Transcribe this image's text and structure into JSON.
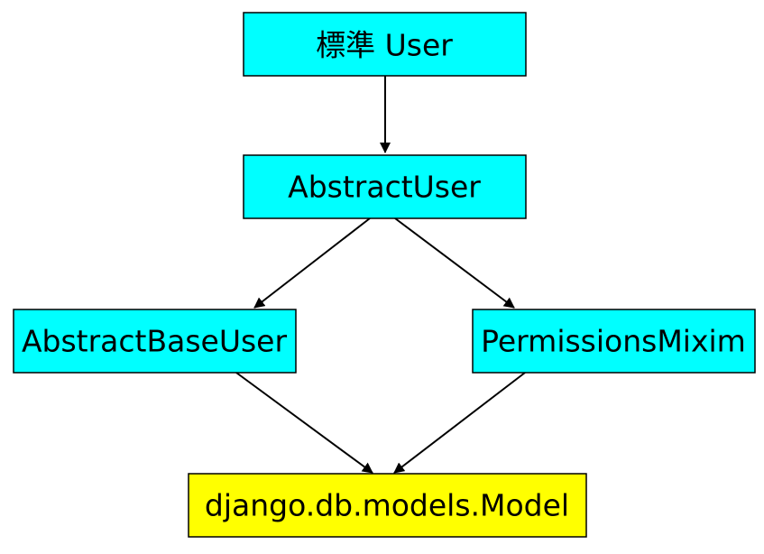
{
  "colors": {
    "class_box": "#00ffff",
    "base_box": "#ffff00",
    "border": "#000000",
    "arrow": "#000000"
  },
  "nodes": {
    "standard_user": {
      "label": "標準 User"
    },
    "abstract_user": {
      "label": "AbstractUser"
    },
    "abstract_base_user": {
      "label": "AbstractBaseUser"
    },
    "permissions_mixim": {
      "label": "PermissionsMixim"
    },
    "django_model": {
      "label": "django.db.models.Model"
    }
  },
  "edges": [
    {
      "from": "standard_user",
      "to": "abstract_user"
    },
    {
      "from": "abstract_user",
      "to": "abstract_base_user"
    },
    {
      "from": "abstract_user",
      "to": "permissions_mixim"
    },
    {
      "from": "abstract_base_user",
      "to": "django_model"
    },
    {
      "from": "permissions_mixim",
      "to": "django_model"
    }
  ]
}
